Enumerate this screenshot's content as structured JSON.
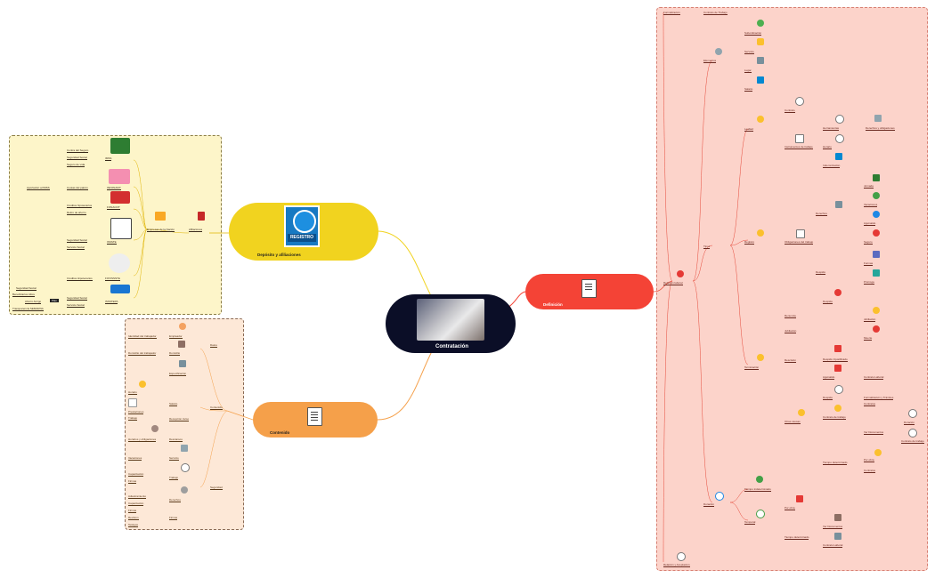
{
  "central": {
    "title": "Contratación"
  },
  "branches": {
    "yellow": {
      "title": "Depósito y afiliaciones",
      "icon_text": "REGISTRO"
    },
    "orange": {
      "title": "Contenido"
    },
    "red": {
      "title": "Definición"
    }
  },
  "yellow_nodes": [
    "Contra del Seguro",
    "Seguridad Social",
    "Seguro de vida",
    "IMSS",
    "Aportación al IMSS",
    "Cuotas del patrón",
    "INFONAVIT",
    "Créditos hipotecarios",
    "Retiro de ahorro",
    "FONACOT",
    "Seguridad Social",
    "Servicio Social",
    "ISSSTE",
    "Créditos Hipotecarios",
    "FOVISSSTE",
    "Seguridad Social",
    "Servicio Social",
    "ISSSTEPA",
    "Seguridad Social",
    "Beneficiarios Afore",
    "Ahorro Amigo",
    "Transparencia SEMARNA",
    "Empresas de la Nación",
    "Afiliaciones",
    "Plan"
  ],
  "orange_nodes": [
    "Identidad del trabajador",
    "Empleador",
    "Domicilio del trabajador",
    "Domicilio",
    "Datos",
    "Especificación",
    "Horario",
    "Prestaciones",
    "Trabajo",
    "Salario",
    "Recepción Aviso",
    "Horarios y obligaciones",
    "Descansos",
    "Vacaciones",
    "Servicio",
    "Capacitación",
    "Firmas",
    "Trabajo",
    "Seguridad",
    "Adiestramiento",
    "Capacitación",
    "Derechos",
    "Firmas",
    "Revisión",
    "Testigos",
    "Contenido"
  ],
  "red_nodes": [
    "Formalización",
    "Contrato de Trabajo",
    "Elementos",
    "Subordinación",
    "Servicio",
    "Lugar",
    "Salario",
    "Tipos",
    "Lealtad",
    "Relación laboral",
    "Contrato",
    "Instrumentos de trabajo",
    "Herramientas",
    "Derechos y obligaciones",
    "Horario",
    "Indemnización",
    "Registro",
    "Obligaciones del trabajo",
    "Derechos",
    "Jornada",
    "Vacaciones",
    "Aguinaldo",
    "Seguro",
    "Despido",
    "Renuncia",
    "Jubilación",
    "Muerte",
    "Terminación",
    "Rescisión",
    "Otras causas",
    "Duración",
    "Tiempo indeterminado",
    "Temporal",
    "Tiempo determinado",
    "Por obra",
    "Contrato Laboral",
    "Formalización y Trámites",
    "Despido Injustificado",
    "Contrato de trabajo",
    "Ver Documentos",
    "Formas",
    "Prórroga",
    "Contratos",
    "Relación y Aceptación"
  ]
}
